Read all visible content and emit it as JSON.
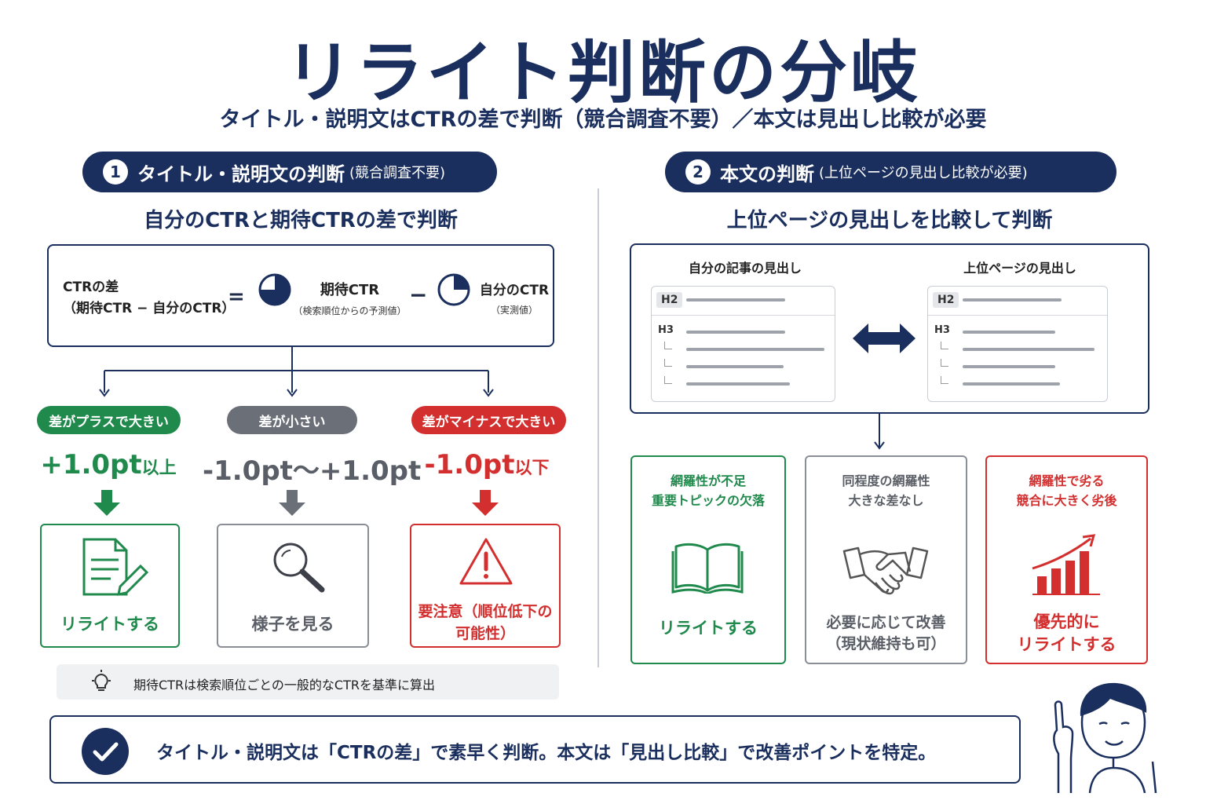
{
  "title": "リライト判断の分岐",
  "subtitle": "タイトル・説明文はCTRの差で判断（競合調査不要）／本文は見出し比較が必要",
  "left": {
    "pill": {
      "num": "1",
      "label": "タイトル・説明文の判断",
      "note": "(競合調査不要)"
    },
    "heading": "自分のCTRと期待CTRの差で判断",
    "formula": {
      "lhs_line1": "CTRの差",
      "lhs_line2": "（期待CTR − 自分のCTR）",
      "equals": "=",
      "expected_label": "期待CTR",
      "expected_note": "（検索順位からの予測値）",
      "minus": "−",
      "own_label": "自分のCTR",
      "own_note": "（実測値）"
    },
    "branches": [
      {
        "tag": "差がプラスで大きい",
        "value": "+1.0pt",
        "suffix": "以上",
        "action": "リライトする",
        "icon": "document-edit-icon",
        "color": "#1f8a4c"
      },
      {
        "tag": "差が小さい",
        "value": "-1.0pt〜+1.0pt",
        "suffix": "",
        "action": "様子を見る",
        "icon": "magnifier-icon",
        "color": "#6b6f78"
      },
      {
        "tag": "差がマイナスで大きい",
        "value": "-1.0pt",
        "suffix": "以下",
        "action": "要注意（順位低下の可能性）",
        "action_line1": "要注意（順位低下の",
        "action_line2": "可能性）",
        "icon": "warning-icon",
        "color": "#d32f2f"
      }
    ],
    "tip": "期待CTRは検索順位ごとの一般的なCTRを基準に算出"
  },
  "right": {
    "pill": {
      "num": "2",
      "label": "本文の判断",
      "note": "(上位ページの見出し比較が必要)"
    },
    "heading": "上位ページの見出しを比較して判断",
    "compare": {
      "own_label": "自分の記事の見出し",
      "top_label": "上位ページの見出し",
      "h2": "H2",
      "h3": "H3"
    },
    "outcomes": [
      {
        "line1": "網羅性が不足",
        "line2": "重要トピックの欠落",
        "action1": "リライトする",
        "action2": "",
        "icon": "open-book-icon",
        "color": "#1f8a4c"
      },
      {
        "line1": "同程度の網羅性",
        "line2": "大きな差なし",
        "action1": "必要に応じて改善",
        "action2": "（現状維持も可）",
        "icon": "handshake-icon",
        "color": "#6b6f78"
      },
      {
        "line1": "網羅性で劣る",
        "line2": "競合に大きく劣後",
        "action1": "優先的に",
        "action2": "リライトする",
        "icon": "growth-chart-icon",
        "color": "#d32f2f"
      }
    ]
  },
  "summary": "タイトル・説明文は「CTRの差」で素早く判断。本文は「見出し比較」で改善ポイントを特定。"
}
